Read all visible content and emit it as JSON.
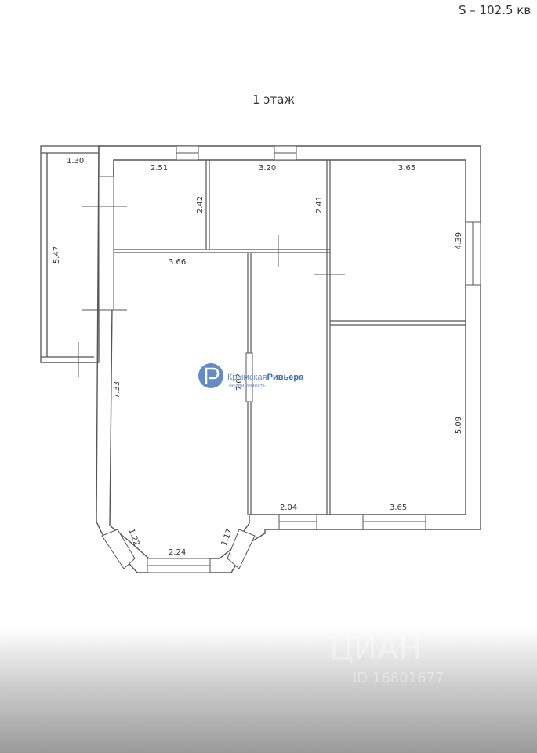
{
  "header": {
    "area_label": "S – 102.5 кв",
    "floor_title": "1 этаж"
  },
  "dimensions": {
    "terrace_width": "1.30",
    "terrace_length": "5.47",
    "room1_width": "2.51",
    "room1_depth": "2.42",
    "room2_width": "3.20",
    "room2_depth": "2.41",
    "room3_width": "3.65",
    "room3_depth": "4.39",
    "living_width": "3.66",
    "living_depth": "7.33",
    "hall_depth": "7.02",
    "hall_width": "2.04",
    "room4_depth": "5.09",
    "room4_width": "3.65",
    "bay_left": "1.22",
    "bay_center": "2.24",
    "bay_right": "1.17"
  },
  "logo": {
    "name_part1": "Крымская",
    "name_part2": "Ривьера",
    "tagline": "недвижимость"
  },
  "watermark": {
    "brand": "ЦИАН",
    "id": "ID 16801677"
  },
  "colors": {
    "wall": "#555555",
    "logo_blue": "#3b6fb6",
    "logo_circle": "#4a78b5"
  }
}
